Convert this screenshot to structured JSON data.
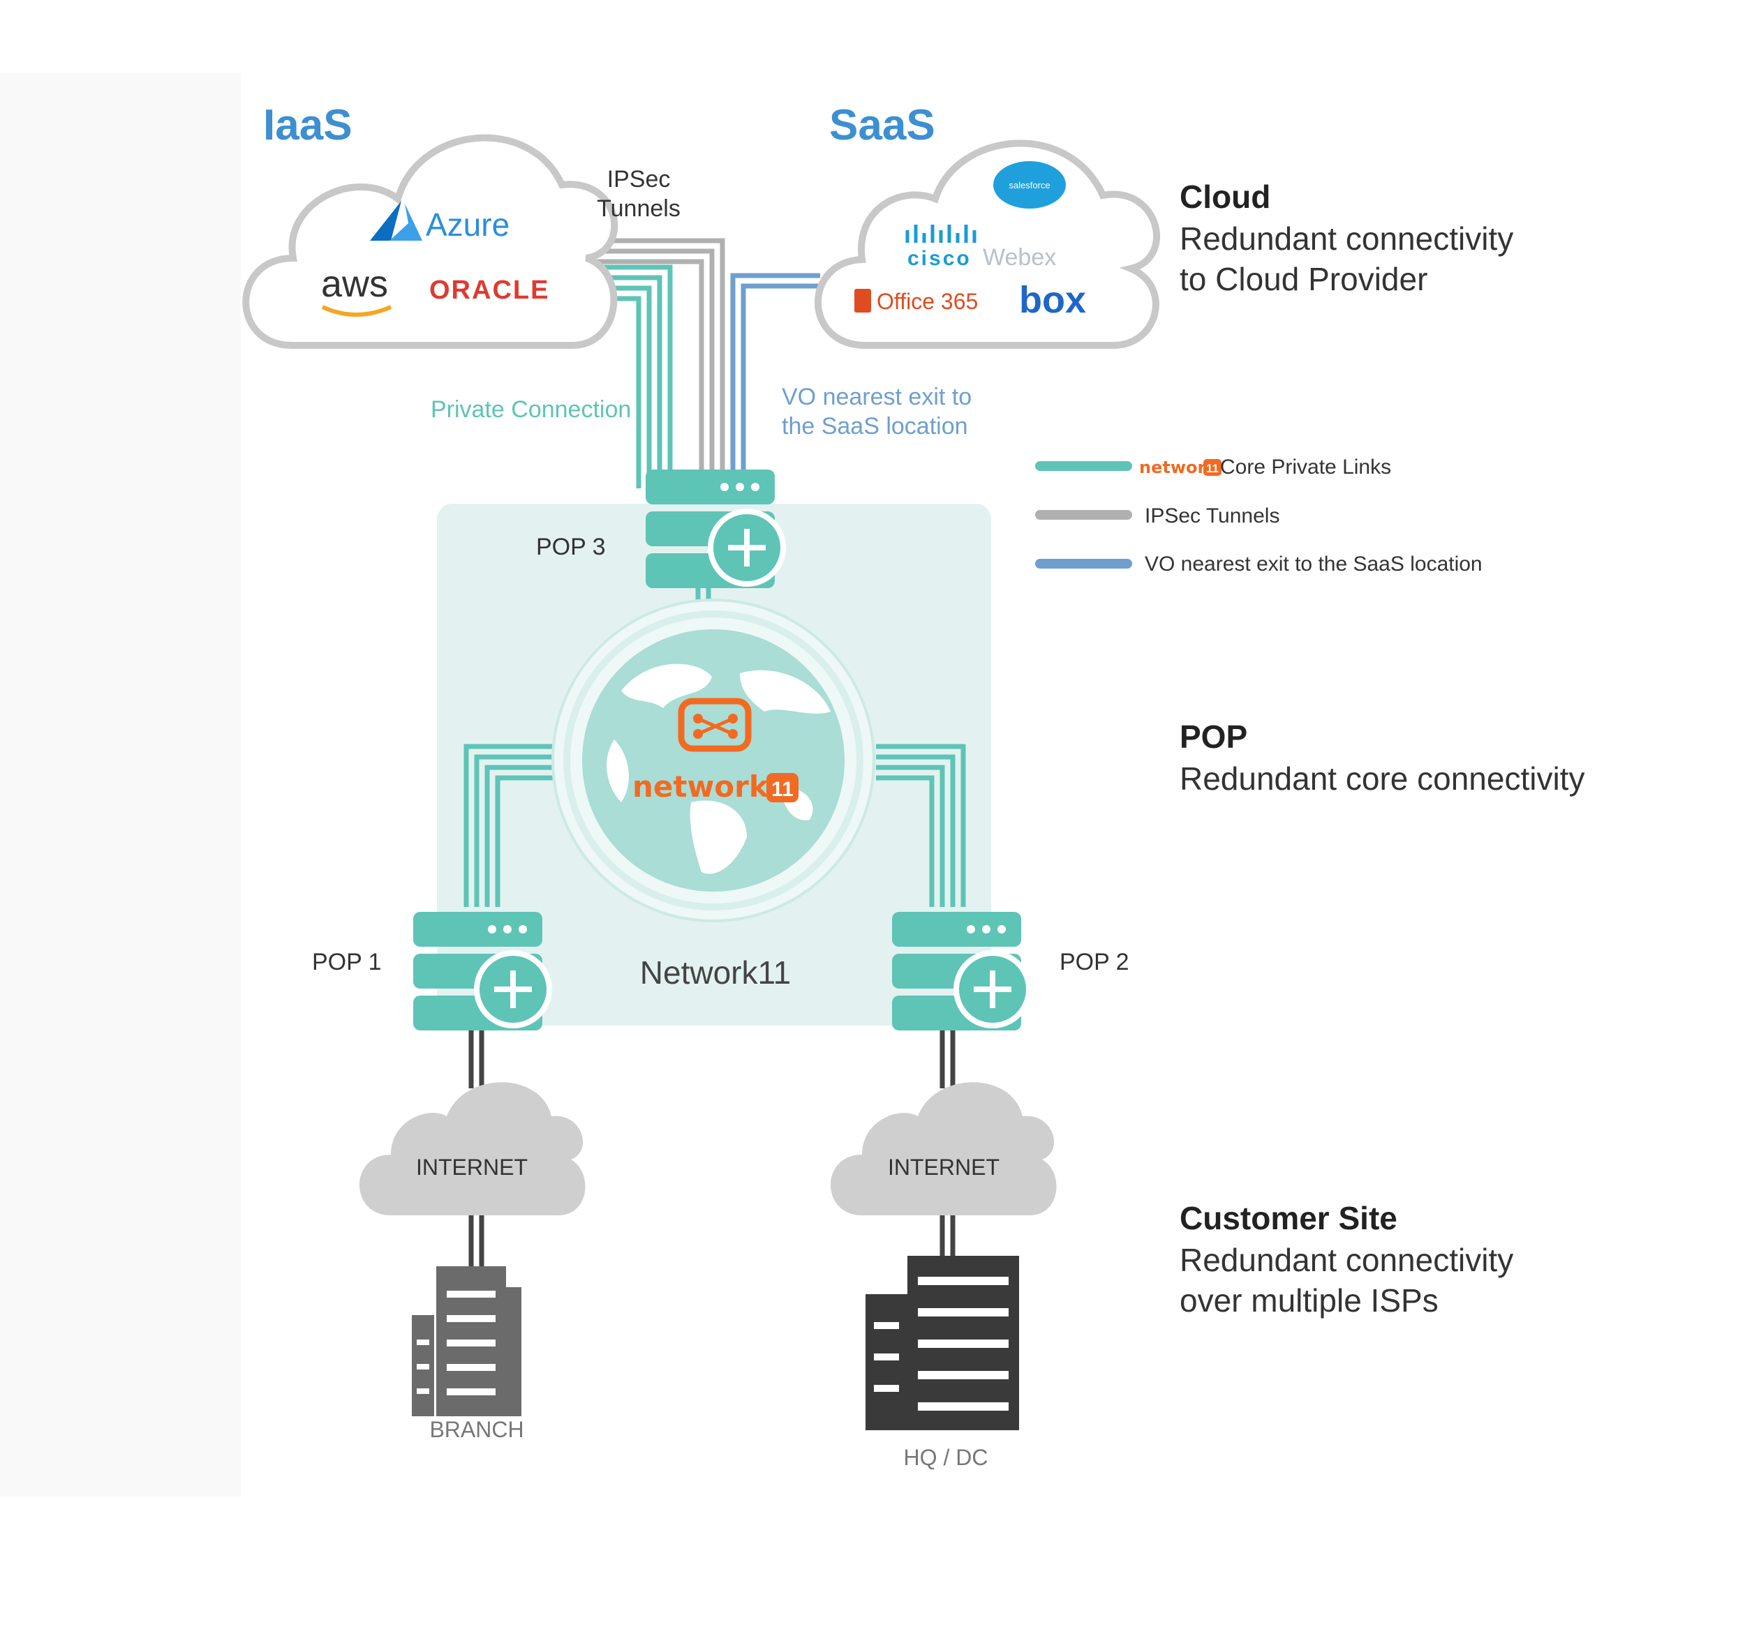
{
  "cloud_labels": {
    "iaas": "IaaS",
    "saas": "SaaS"
  },
  "iaas_providers": {
    "azure": "Azure",
    "aws": "aws",
    "oracle": "ORACLE"
  },
  "saas_providers": {
    "salesforce": "salesforce",
    "cisco": "cisco",
    "webex": "Webex",
    "office365": "Office 365",
    "box": "box"
  },
  "link_labels": {
    "ipsec_line1": "IPSec",
    "ipsec_line2": "Tunnels",
    "private_connection": "Private Connection",
    "vo_line1": "VO nearest exit to",
    "vo_line2": "the SaaS location"
  },
  "legend": {
    "brand": "network",
    "brand_badge": "11",
    "core": "Core Private Links",
    "ipsec": "IPSec Tunnels",
    "vo": "VO nearest exit to the SaaS location"
  },
  "pops": {
    "pop1": "POP 1",
    "pop2": "POP 2",
    "pop3": "POP 3"
  },
  "hub": {
    "logo_text": "network",
    "logo_badge": "11",
    "name": "Network11"
  },
  "sites": {
    "internet_left": "INTERNET",
    "internet_right": "INTERNET",
    "branch": "BRANCH",
    "hq": "HQ / DC"
  },
  "tiers": {
    "cloud": {
      "title": "Cloud",
      "line1": "Redundant connectivity",
      "line2": "to Cloud Provider"
    },
    "pop": {
      "title": "POP",
      "line1": "Redundant core connectivity"
    },
    "customer": {
      "title": "Customer Site",
      "line1": "Redundant connectivity",
      "line2": "over multiple ISPs"
    }
  },
  "colors": {
    "teal": "#5ec4b6",
    "gray_link": "#b0b0b0",
    "blue_link": "#6e9fcf",
    "dark_link": "#444444",
    "pop_panel": "#e3f2f0",
    "brand_orange": "#f26a21",
    "heading_blue": "#3d8fd1",
    "cloud_outline": "#c8c8c8",
    "internet_cloud": "#cfcfcf"
  }
}
